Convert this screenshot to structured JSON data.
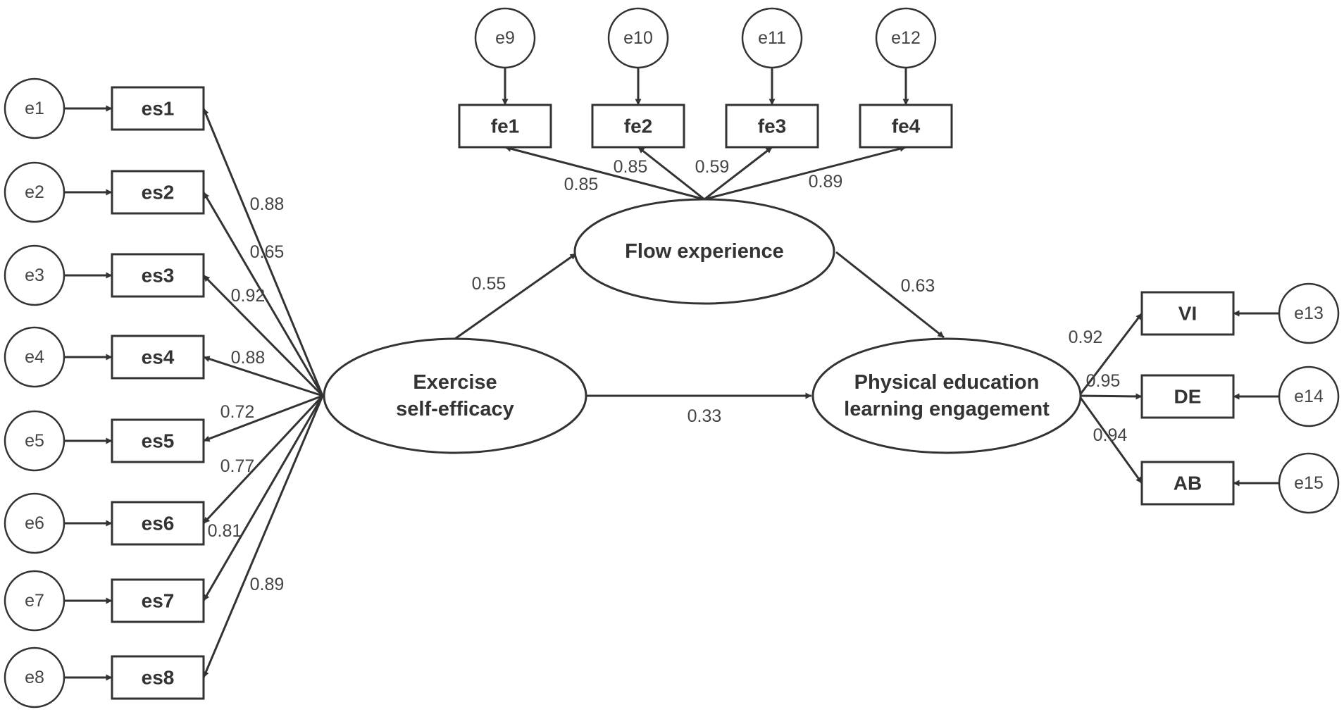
{
  "latents": {
    "ese": {
      "lines": [
        "Exercise",
        "self-efficacy"
      ]
    },
    "fe": {
      "lines": [
        "Flow experience"
      ]
    },
    "pele": {
      "lines": [
        "Physical education",
        "learning engagement"
      ]
    }
  },
  "errors": [
    "e1",
    "e2",
    "e3",
    "e4",
    "e5",
    "e6",
    "e7",
    "e8",
    "e9",
    "e10",
    "e11",
    "e12",
    "e13",
    "e14",
    "e15"
  ],
  "indicators": {
    "es": [
      "es1",
      "es2",
      "es3",
      "es4",
      "es5",
      "es6",
      "es7",
      "es8"
    ],
    "fe": [
      "fe1",
      "fe2",
      "fe3",
      "fe4"
    ],
    "pele": [
      "VI",
      "DE",
      "AB"
    ]
  },
  "loadings": {
    "es": [
      "0.88",
      "0.65",
      "0.92",
      "0.88",
      "0.72",
      "0.77",
      "0.81",
      "0.89"
    ],
    "fe": [
      "0.85",
      "0.85",
      "0.59",
      "0.89"
    ],
    "pele": [
      "0.92",
      "0.95",
      "0.94"
    ]
  },
  "structural": {
    "ese_to_fe": "0.55",
    "fe_to_pele": "0.63",
    "ese_to_pele": "0.33"
  }
}
